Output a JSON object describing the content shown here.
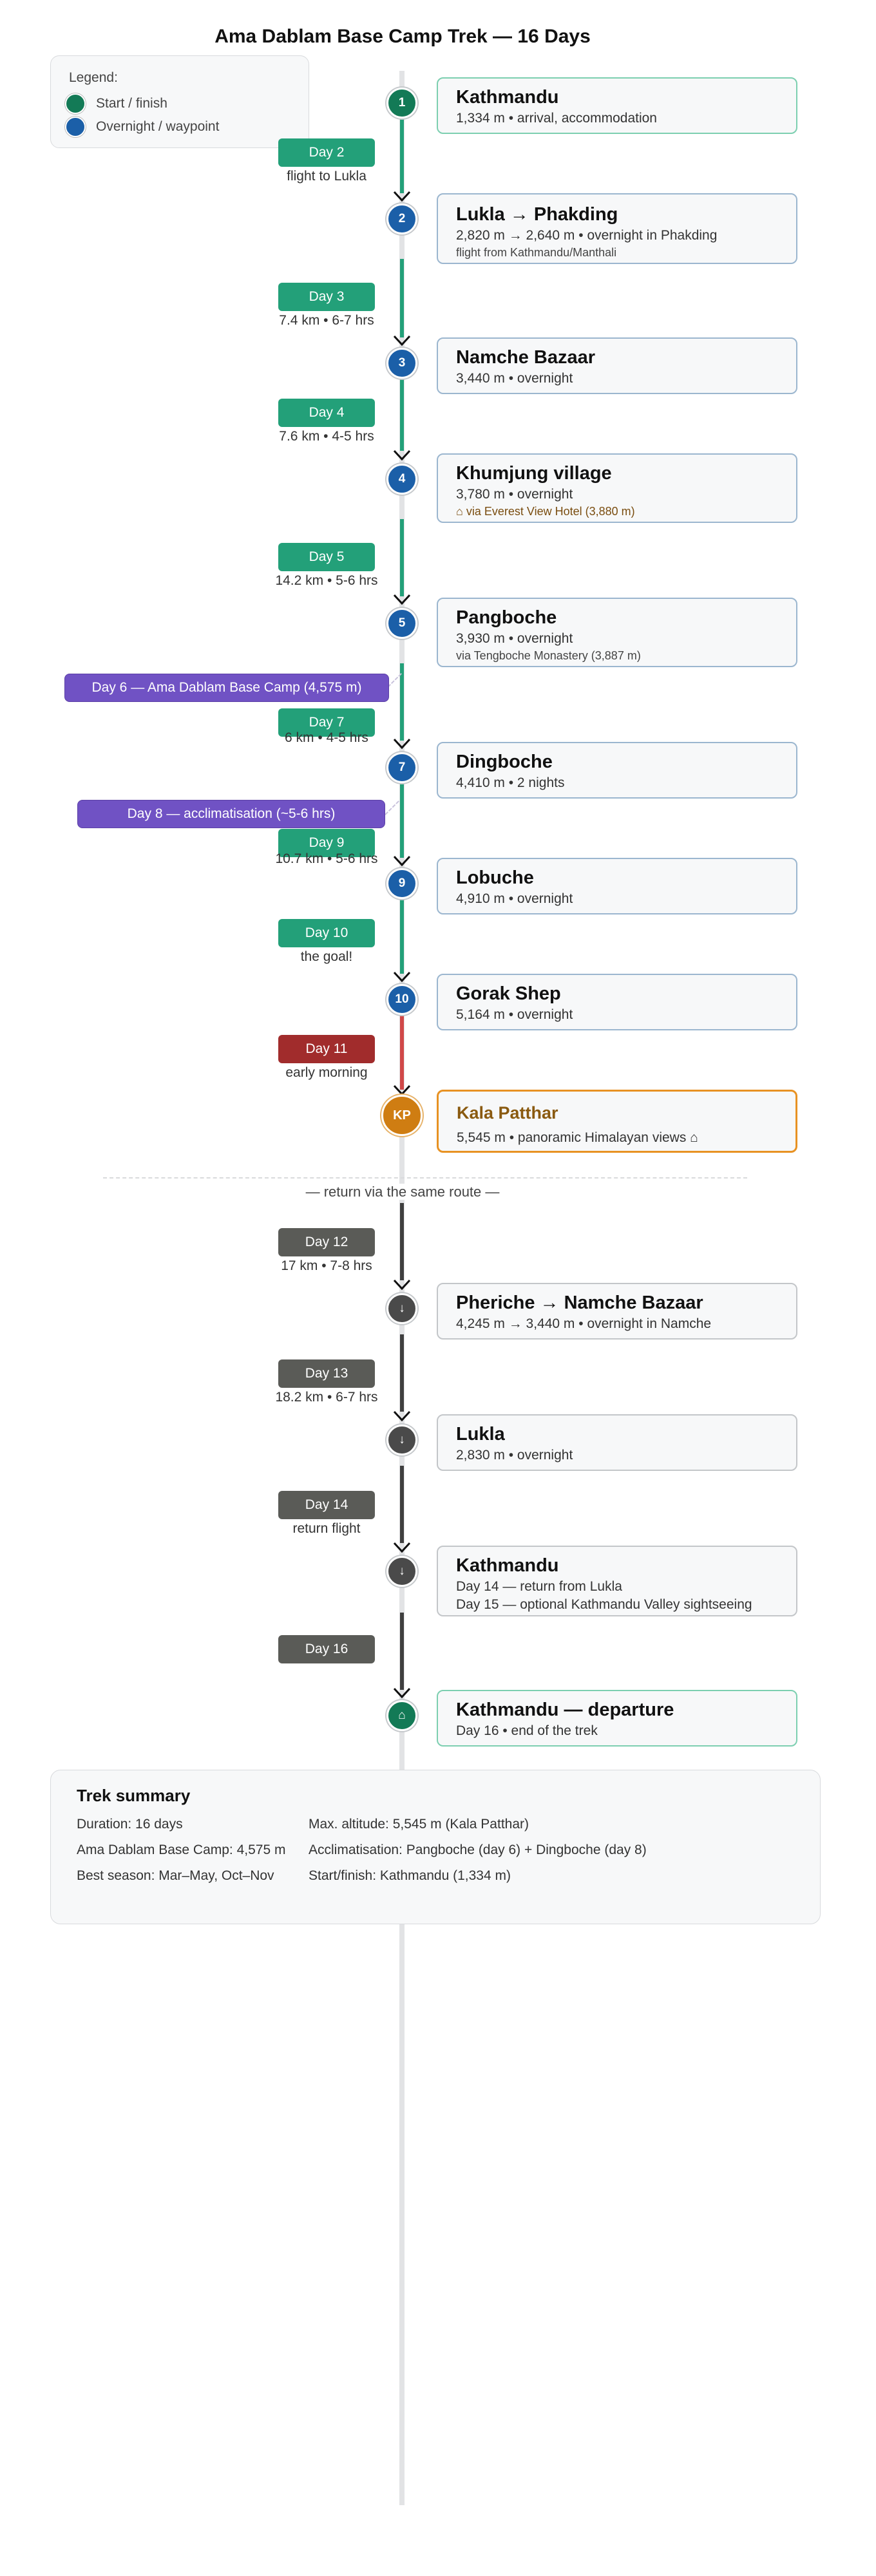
{
  "title": "Ama Dablam Base Camp Trek — 16 Days",
  "legend": {
    "title": "Legend:",
    "items": [
      {
        "label": "Start / finish",
        "color": "#137a56"
      },
      {
        "label": "Overnight / waypoint",
        "color": "#1b5fa8"
      }
    ]
  },
  "colors": {
    "start_finish": "#137a56",
    "overnight": "#1b5fa8",
    "return": "#4a4a4a",
    "summit": "#cf7d12",
    "day_pill": "#23a079",
    "summit_day_pill": "#a12c2c",
    "return_day_pill": "#5a5b57",
    "rest_day_pill": "#7052c4"
  },
  "stops": [
    {
      "marker": "1",
      "title": "Kathmandu",
      "sub": "1,334 m • arrival, accommodation"
    },
    {
      "marker": "2",
      "title": "Lukla → Phakding",
      "sub": "2,820 m → 2,640 m • overnight in Phakding",
      "note": "flight from Kathmandu/Manthali"
    },
    {
      "marker": "3",
      "title": "Namche Bazaar",
      "sub": "3,440 m • overnight"
    },
    {
      "marker": "4",
      "title": "Khumjung village",
      "sub": "3,780 m • overnight",
      "note": "⌂ via Everest View Hotel (3,880 m)"
    },
    {
      "marker": "5",
      "title": "Pangboche",
      "sub": "3,930 m • overnight",
      "note": "via Tengboche Monastery (3,887 m)"
    },
    {
      "marker": "7",
      "title": "Dingboche",
      "sub": "4,410 m • 2 nights"
    },
    {
      "marker": "9",
      "title": "Lobuche",
      "sub": "4,910 m • overnight"
    },
    {
      "marker": "10",
      "title": "Gorak Shep",
      "sub": "5,164 m • overnight"
    },
    {
      "marker": "KP",
      "title": "Kala Patthar",
      "sub": "5,545 m • panoramic Himalayan views ⌂"
    },
    {
      "marker": "↓",
      "title": "Pheriche → Namche Bazaar",
      "sub": "4,245 m → 3,440 m • overnight in Namche"
    },
    {
      "marker": "↓",
      "title": "Lukla",
      "sub": "2,830 m • overnight"
    },
    {
      "marker": "↓",
      "title": "Kathmandu",
      "sub": "Day 14 — return from Lukla",
      "sub2": "Day 15 — optional Kathmandu Valley sightseeing"
    },
    {
      "marker": "⌂",
      "title": "Kathmandu — departure",
      "sub": "Day 16 • end of the trek"
    }
  ],
  "days": [
    {
      "label": "Day 2",
      "note": "flight to Lukla"
    },
    {
      "label": "Day 3",
      "note": "7.4 km • 6-7 hrs"
    },
    {
      "label": "Day 4",
      "note": "7.6 km • 4-5 hrs"
    },
    {
      "label": "Day 5",
      "note": "14.2 km • 5-6 hrs"
    },
    {
      "label": "Day 7",
      "note": "6 km • 4-5 hrs"
    },
    {
      "label": "Day 9",
      "note": "10.7 km • 5-6 hrs"
    },
    {
      "label": "Day 10",
      "note": "the goal!"
    },
    {
      "label": "Day 11",
      "note": "early morning"
    },
    {
      "label": "Day 12",
      "note": "17 km • 7-8 hrs"
    },
    {
      "label": "Day 13",
      "note": "18.2 km • 6-7 hrs"
    },
    {
      "label": "Day 14",
      "note": "return flight"
    },
    {
      "label": "Day 16",
      "note": ""
    }
  ],
  "rest_days": [
    {
      "label": "Day 6 — Ama Dablam Base Camp (4,575 m)"
    },
    {
      "label": "Day 8 — acclimatisation (~5-6 hrs)"
    }
  ],
  "return_label": "— return via the same route —",
  "summary": {
    "title": "Trek summary",
    "items": [
      "Duration: 16 days",
      "Max. altitude: 5,545 m (Kala Patthar)",
      "Ama Dablam Base Camp: 4,575 m",
      "Acclimatisation: Pangboche (day 6) + Dingboche (day 8)",
      "Best season: Mar–May, Oct–Nov",
      "Start/finish: Kathmandu (1,334 m)"
    ]
  }
}
